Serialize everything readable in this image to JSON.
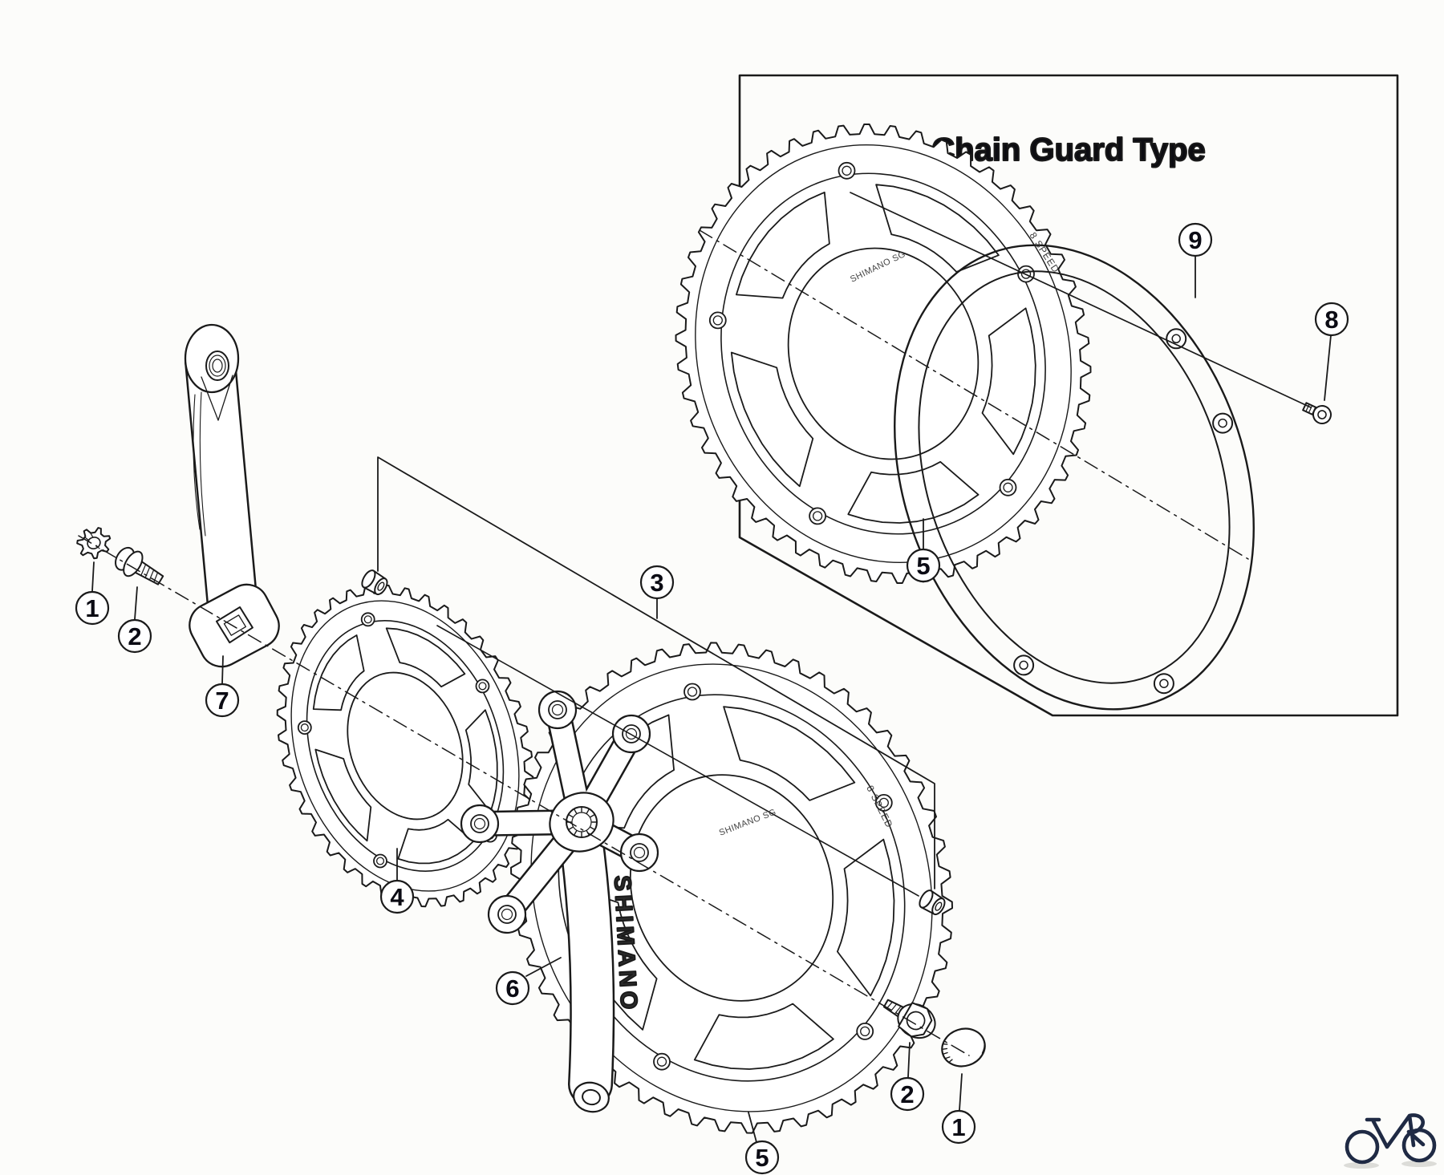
{
  "diagram": {
    "box_title": "Chain Guard Type",
    "background": "#fcfcfa",
    "ink": "#1a1a1a"
  },
  "markings": {
    "crank_brand": "SHIMANO",
    "ring_speed_mark": "8 SPEED",
    "ring_model_mark": "SHIMANO SG"
  },
  "callouts": {
    "left_dust_cap": "1",
    "left_crank_bolt": "2",
    "chainring_bolts": "3",
    "small_chainring": "4",
    "large_chainring": "5",
    "right_crank_arm": "6",
    "left_crank_arm": "7",
    "guard_bolt": "8",
    "chain_guard": "9",
    "box_large_chainring": "5",
    "right_crank_bolt": "2",
    "right_dust_cap": "1"
  },
  "logo": {
    "name": "bicycle-logo",
    "color": "#1f2a44"
  }
}
